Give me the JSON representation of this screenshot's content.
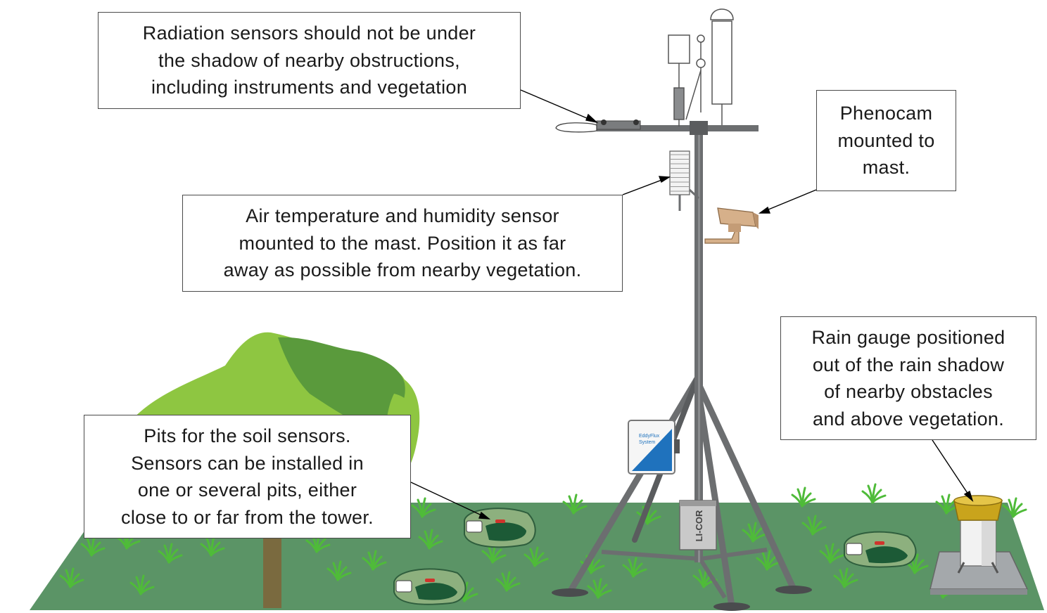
{
  "callouts": {
    "radiation": {
      "lines": [
        "Radiation sensors should not be under",
        "the shadow of nearby obstructions,",
        "including instruments and vegetation"
      ]
    },
    "air_temp": {
      "lines": [
        "Air temperature and humidity sensor",
        "mounted to the mast. Position it as far",
        "away as possible from nearby vegetation."
      ]
    },
    "phenocam": {
      "lines": [
        "Phenocam",
        "mounted to",
        "mast."
      ]
    },
    "rain_gauge": {
      "lines": [
        "Rain gauge positioned",
        "out of the rain shadow",
        "of nearby obstacles",
        "and above vegetation."
      ]
    },
    "soil_pits": {
      "lines": [
        "Pits for the soil sensors.",
        "Sensors can be installed in",
        "one or several pits, either",
        "close to or far from the tower."
      ]
    }
  },
  "enclosure": {
    "label_line1": "EddyFlux",
    "label_line2": "System"
  },
  "logger": {
    "logo": "LI-COR"
  },
  "colors": {
    "ground": "#5b9466",
    "grass": "#4fbb39",
    "tree_light": "#8ec641",
    "tree_dark": "#5a9a3c",
    "trunk": "#7a6a3f",
    "mast": "#6c6e70",
    "phenocam": "#d6b08a",
    "rain_gauge_funnel": "#c9a41c",
    "pit_mound": "#8db07e",
    "pit_hole": "#1c5a36",
    "enclosure_accent": "#1f72bd"
  }
}
